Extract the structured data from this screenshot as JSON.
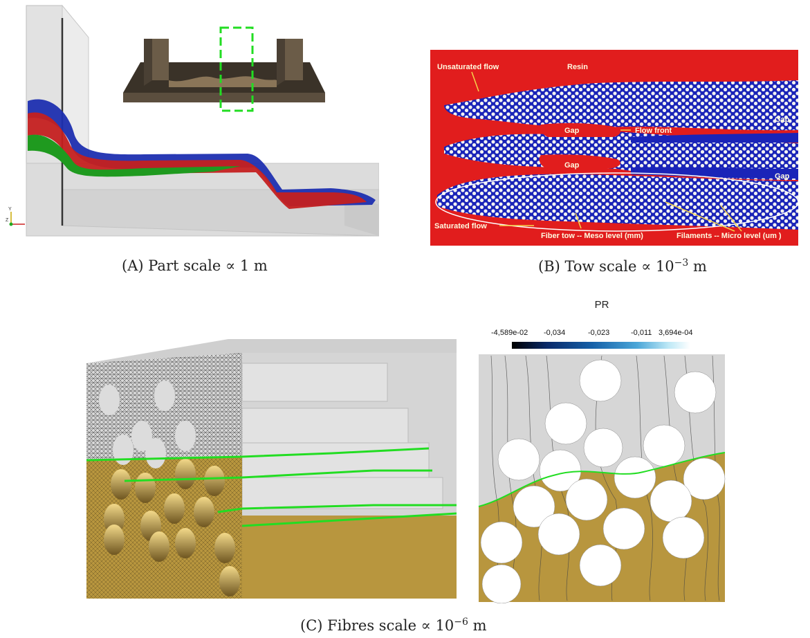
{
  "captions": {
    "a": {
      "tag": "(A)",
      "text": "Part scale ∝ 1 m"
    },
    "b": {
      "tag": "(B)",
      "text": "Tow scale ∝ 10",
      "sup": "−3",
      "unit": " m"
    },
    "c": {
      "tag": "(C)",
      "text": "Fibres scale ∝ 10",
      "sup": "−6",
      "unit": " m"
    }
  },
  "tow_panel": {
    "labels": {
      "unsaturated": "Unsaturated flow",
      "resin": "Resin",
      "gap1": "Gap",
      "gap2": "Gap",
      "gap3": "Gap",
      "gap4": "Gap",
      "flow_front": "Flow front",
      "saturated": "Saturated flow",
      "fiber_tow": "Fiber tow -- Meso level (mm)",
      "filaments": "Filaments -- Micro level (um )"
    },
    "colors": {
      "resin": "#e11d1d",
      "tow": "#1a24b8",
      "filament": "#f2f2f2",
      "label": "#fff6c8"
    }
  },
  "fibre_panel": {
    "colorbar": {
      "title": "PR",
      "ticks": [
        "-4,589e-02",
        "-0,034",
        "-0,023",
        "-0,011",
        "3,694e-04"
      ],
      "gradient": [
        "#000000",
        "#0a2a6a",
        "#1560a8",
        "#4aa6d8",
        "#bfe9f6",
        "#ffffff"
      ]
    },
    "colors": {
      "gold": "#b8963e",
      "front": "#22dd22",
      "gray": "#d4d4d4"
    }
  },
  "part_panel": {
    "colors": {
      "blue": "#1e2fb0",
      "red": "#c42020",
      "green": "#1f9a1f",
      "mold": "#d9d9d9"
    },
    "axes": {
      "y": "Y",
      "z": "Z"
    }
  }
}
